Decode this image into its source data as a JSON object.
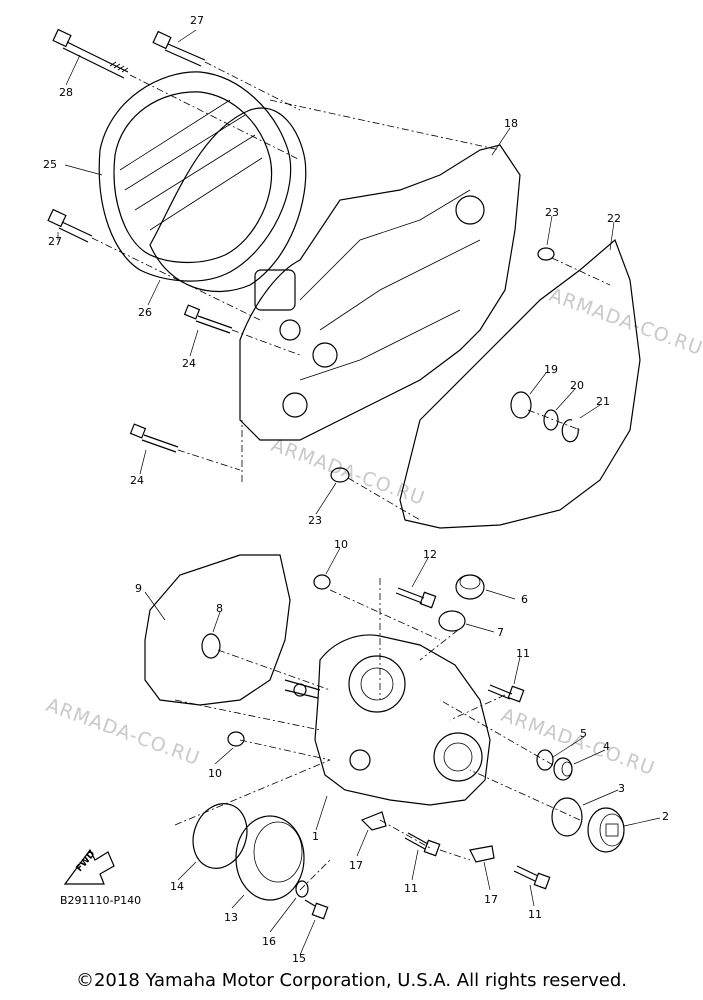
{
  "diagram_code": "B291110-P140",
  "fwd_label": "FWD",
  "watermark": "ARMADA-CO.RU",
  "copyright": "©2018 Yamaha Motor Corporation, U.S.A. All rights reserved.",
  "callouts": [
    "27",
    "28",
    "25",
    "27",
    "26",
    "18",
    "23",
    "22",
    "24",
    "24",
    "23",
    "19",
    "20",
    "21",
    "10",
    "12",
    "9",
    "8",
    "6",
    "7",
    "11",
    "5",
    "4",
    "3",
    "2",
    "10",
    "1",
    "14",
    "13",
    "16",
    "15",
    "17",
    "11",
    "17",
    "11"
  ]
}
